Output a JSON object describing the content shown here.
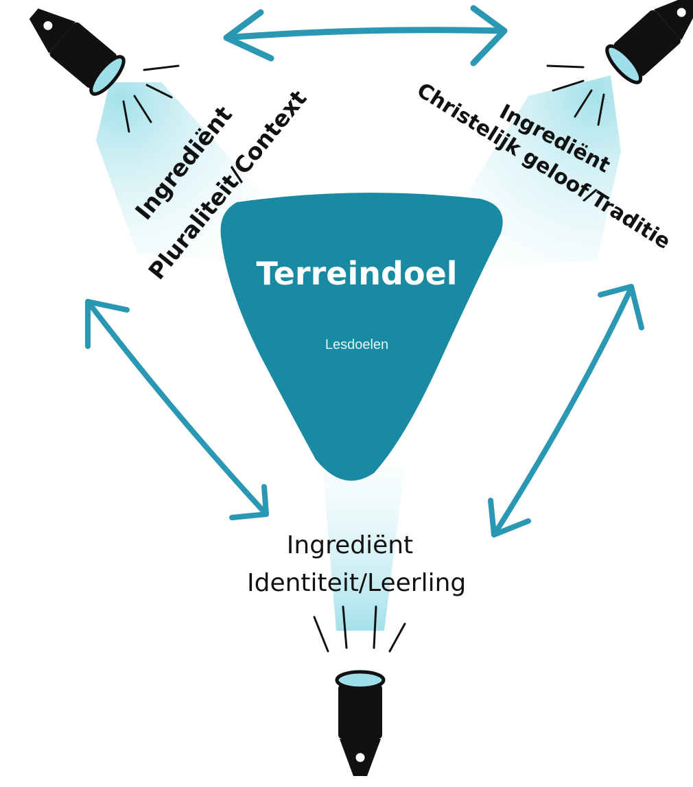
{
  "center": {
    "title": "Terreindoel",
    "subtitle": "Lesdoelen"
  },
  "ingredients": [
    {
      "heading": "Ingrediënt",
      "name": "Pluraliteit/Context"
    },
    {
      "heading": "Ingrediënt",
      "name": "Christelijk geloof/Traditie"
    },
    {
      "heading": "Ingrediënt",
      "name": "Identiteit/Leerling"
    }
  ],
  "colors": {
    "teal": "#1a8aa3",
    "arrow": "#2a98b3",
    "beam": "#bfe8ef",
    "lamp": "#111111",
    "text": "#111111"
  },
  "icons": [
    "spotlight-icon",
    "double-arrow-icon"
  ]
}
